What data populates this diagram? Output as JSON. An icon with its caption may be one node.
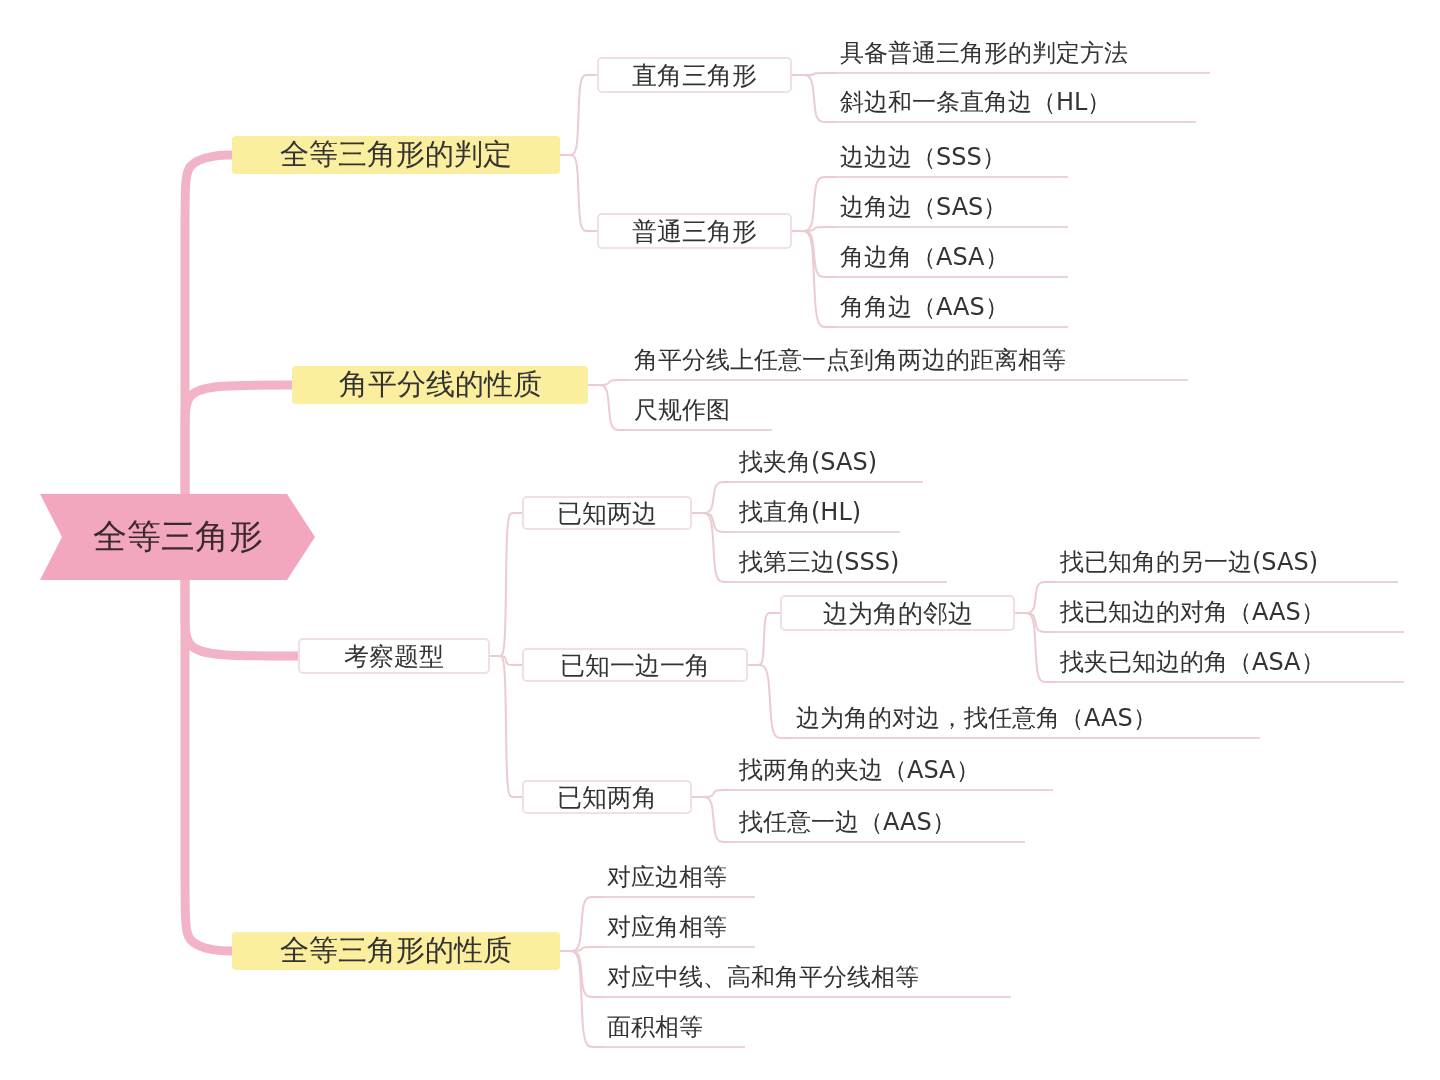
{
  "diagram": {
    "nodes": [
      {
        "text": [
          "全等三角形"
        ]
      },
      {
        "text": [
          "全等三角形的判定"
        ]
      },
      {
        "text": [
          "直角三角形"
        ]
      },
      {
        "text": [
          "具备普通三角形的判定方法"
        ]
      },
      {
        "text": [
          "斜边和一条直角边（HL）"
        ]
      },
      {
        "text": [
          "普通三角形"
        ]
      },
      {
        "text": [
          "边边边（SSS）"
        ]
      },
      {
        "text": [
          "边角边（SAS）"
        ]
      },
      {
        "text": [
          "角边角（ASA）"
        ]
      },
      {
        "text": [
          "角角边（AAS）"
        ]
      },
      {
        "text": [
          "角平分线的性质"
        ]
      },
      {
        "text": [
          "角平分线上任意一点到角两边的距离相等"
        ]
      },
      {
        "text": [
          "尺规作图"
        ]
      },
      {
        "text": [
          "考察题型"
        ]
      },
      {
        "text": [
          "已知两边"
        ]
      },
      {
        "text": [
          "找夹角(SAS)"
        ]
      },
      {
        "text": [
          "找直角(HL)"
        ]
      },
      {
        "text": [
          "找第三边(SSS)"
        ]
      },
      {
        "text": [
          "已知一边一角"
        ]
      },
      {
        "text": [
          "边为角的邻边"
        ]
      },
      {
        "text": [
          "找已知角的另一边(SAS)"
        ]
      },
      {
        "text": [
          "找已知边的对角（AAS）"
        ]
      },
      {
        "text": [
          "找夹已知边的角（ASA）"
        ]
      },
      {
        "text": [
          "边为角的对边，找任意角（AAS）"
        ]
      },
      {
        "text": [
          "已知两角"
        ]
      },
      {
        "text": [
          "找两角的夹边（ASA）"
        ]
      },
      {
        "text": [
          "找任意一边（AAS）"
        ]
      },
      {
        "text": [
          "全等三角形的性质"
        ]
      },
      {
        "text": [
          "对应边相等"
        ]
      },
      {
        "text": [
          "对应角相等"
        ]
      },
      {
        "text": [
          "对应中线、高和角平分线相等"
        ]
      },
      {
        "text": [
          "面积相等"
        ]
      }
    ],
    "edges": [
      {
        "from": 0,
        "to": 1,
        "arrow": "none",
        "style": "thick",
        "color": "#f2b3c6"
      },
      {
        "from": 0,
        "to": 10,
        "arrow": "none",
        "style": "thick",
        "color": "#f2b3c6"
      },
      {
        "from": 0,
        "to": 13,
        "arrow": "none",
        "style": "thick",
        "color": "#f2b3c6"
      },
      {
        "from": 0,
        "to": 27,
        "arrow": "none",
        "style": "thick",
        "color": "#f2b3c6"
      },
      {
        "from": 1,
        "to": 2,
        "arrow": "none"
      },
      {
        "from": 1,
        "to": 5,
        "arrow": "none"
      },
      {
        "from": 2,
        "to": 3,
        "arrow": "none"
      },
      {
        "from": 2,
        "to": 4,
        "arrow": "none"
      },
      {
        "from": 5,
        "to": 6,
        "arrow": "none"
      },
      {
        "from": 5,
        "to": 7,
        "arrow": "none"
      },
      {
        "from": 5,
        "to": 8,
        "arrow": "none"
      },
      {
        "from": 5,
        "to": 9,
        "arrow": "none"
      },
      {
        "from": 10,
        "to": 11,
        "arrow": "none"
      },
      {
        "from": 10,
        "to": 12,
        "arrow": "none"
      },
      {
        "from": 13,
        "to": 14,
        "arrow": "none"
      },
      {
        "from": 13,
        "to": 18,
        "arrow": "none"
      },
      {
        "from": 13,
        "to": 24,
        "arrow": "none"
      },
      {
        "from": 14,
        "to": 15,
        "arrow": "none"
      },
      {
        "from": 14,
        "to": 16,
        "arrow": "none"
      },
      {
        "from": 14,
        "to": 17,
        "arrow": "none"
      },
      {
        "from": 18,
        "to": 19,
        "arrow": "none"
      },
      {
        "from": 18,
        "to": 23,
        "arrow": "none"
      },
      {
        "from": 19,
        "to": 20,
        "arrow": "none"
      },
      {
        "from": 19,
        "to": 21,
        "arrow": "none"
      },
      {
        "from": 19,
        "to": 22,
        "arrow": "none"
      },
      {
        "from": 24,
        "to": 25,
        "arrow": "none"
      },
      {
        "from": 24,
        "to": 26,
        "arrow": "none"
      },
      {
        "from": 27,
        "to": 28,
        "arrow": "none"
      },
      {
        "from": 27,
        "to": 29,
        "arrow": "none"
      },
      {
        "from": 27,
        "to": 30,
        "arrow": "none"
      },
      {
        "from": 27,
        "to": 31,
        "arrow": "none"
      }
    ]
  }
}
